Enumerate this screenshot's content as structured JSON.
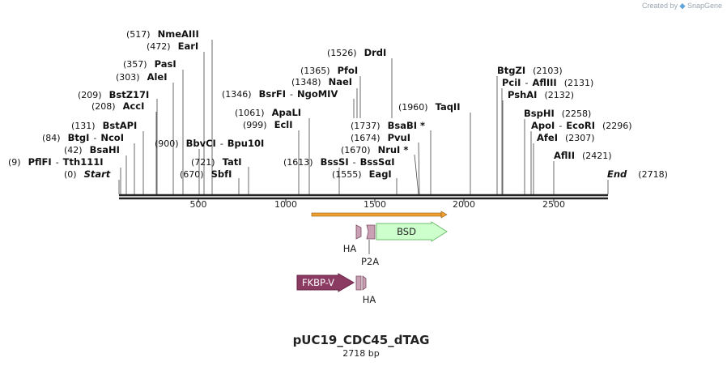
{
  "watermark": {
    "prefix": "Created by",
    "brand": "SnapGene"
  },
  "plasmid": {
    "name": "pUC19_CDC45_dTAG",
    "length_label": "2718 bp",
    "length": 2718
  },
  "ruler": {
    "ticks": [
      500,
      1000,
      1500,
      2000,
      2500
    ]
  },
  "sites": [
    {
      "id": "start",
      "label": "(0)  Start",
      "names": [
        "Start"
      ],
      "pos": 0,
      "italic": true
    },
    {
      "id": "pflfi",
      "names": [
        "PflFI",
        "Tth111I"
      ],
      "pos": 9
    },
    {
      "id": "bsahi",
      "names": [
        "BsaHI"
      ],
      "pos": 42
    },
    {
      "id": "btgi",
      "names": [
        "BtgI",
        "NcoI"
      ],
      "pos": 84
    },
    {
      "id": "bstapi",
      "names": [
        "BstAPI"
      ],
      "pos": 131
    },
    {
      "id": "acci",
      "names": [
        "AccI"
      ],
      "pos": 208
    },
    {
      "id": "bstz17i",
      "names": [
        "BstZ17I"
      ],
      "pos": 209
    },
    {
      "id": "alei",
      "names": [
        "AleI"
      ],
      "pos": 303
    },
    {
      "id": "pasi",
      "names": [
        "PasI"
      ],
      "pos": 357
    },
    {
      "id": "eari",
      "names": [
        "EarI"
      ],
      "pos": 472
    },
    {
      "id": "nmeaiii",
      "names": [
        "NmeAIII"
      ],
      "pos": 517
    },
    {
      "id": "bbvci",
      "names": [
        "BbvCI",
        "Bpu10I"
      ],
      "pos": 900
    },
    {
      "id": "sbfi",
      "names": [
        "SbfI"
      ],
      "pos": 670
    },
    {
      "id": "tati",
      "names": [
        "TatI"
      ],
      "pos": 721
    },
    {
      "id": "ecli",
      "names": [
        "EclI"
      ],
      "pos": 999
    },
    {
      "id": "apali",
      "names": [
        "ApaLI"
      ],
      "pos": 1061
    },
    {
      "id": "bsrfi",
      "names": [
        "BsrFI",
        "NgoMIV"
      ],
      "pos": 1346
    },
    {
      "id": "naei",
      "names": [
        "NaeI"
      ],
      "pos": 1348
    },
    {
      "id": "pfoi",
      "names": [
        "PfoI"
      ],
      "pos": 1365
    },
    {
      "id": "drdi",
      "names": [
        "DrdI"
      ],
      "pos": 1526
    },
    {
      "id": "bsssi",
      "names": [
        "BssSI",
        "BssSαI"
      ],
      "pos": 1613
    },
    {
      "id": "eagi",
      "names": [
        "EagI"
      ],
      "pos": 1555
    },
    {
      "id": "nrui",
      "names": [
        "NruI *"
      ],
      "pos": 1670
    },
    {
      "id": "pvui",
      "names": [
        "PvuI"
      ],
      "pos": 1674
    },
    {
      "id": "bsabi",
      "names": [
        "BsaBI *"
      ],
      "pos": 1737
    },
    {
      "id": "taqii",
      "names": [
        "TaqII"
      ],
      "pos": 1960
    },
    {
      "id": "btgzi",
      "names": [
        "BtgZI"
      ],
      "pos": 2103
    },
    {
      "id": "pcii",
      "names": [
        "PciI",
        "AflIII"
      ],
      "pos": 2131
    },
    {
      "id": "pshai",
      "names": [
        "PshAI"
      ],
      "pos": 2132
    },
    {
      "id": "bsphi",
      "names": [
        "BspHI"
      ],
      "pos": 2258
    },
    {
      "id": "apoi",
      "names": [
        "ApoI",
        "EcoRI"
      ],
      "pos": 2296
    },
    {
      "id": "afei",
      "names": [
        "AfeI"
      ],
      "pos": 2307
    },
    {
      "id": "aflii",
      "names": [
        "AflII"
      ],
      "pos": 2421
    },
    {
      "id": "end",
      "names": [
        "End"
      ],
      "pos": 2718,
      "italic": true
    }
  ],
  "site_labels": {
    "start_pos": "(0)",
    "start_name": "Start",
    "end_pos": "(2718)",
    "end_name": "End"
  },
  "features": [
    {
      "id": "ha1",
      "label": "HA",
      "type": "tag",
      "color": "#c9a0b4"
    },
    {
      "id": "p2a",
      "label": "P2A",
      "type": "tag",
      "color": "#c9a0b4"
    },
    {
      "id": "bsd",
      "label": "BSD",
      "type": "arrow",
      "color": "#ccffcc",
      "stroke": "#6fbf6f"
    },
    {
      "id": "fkbpv",
      "label": "FKBP-V",
      "type": "arrow",
      "color": "#8b3a62",
      "stroke": "#6a2448"
    },
    {
      "id": "ha2",
      "label": "HA",
      "type": "tag",
      "color": "#c9a0b4"
    }
  ],
  "colors": {
    "orf": "#f0a030",
    "backbone": "#222222"
  }
}
